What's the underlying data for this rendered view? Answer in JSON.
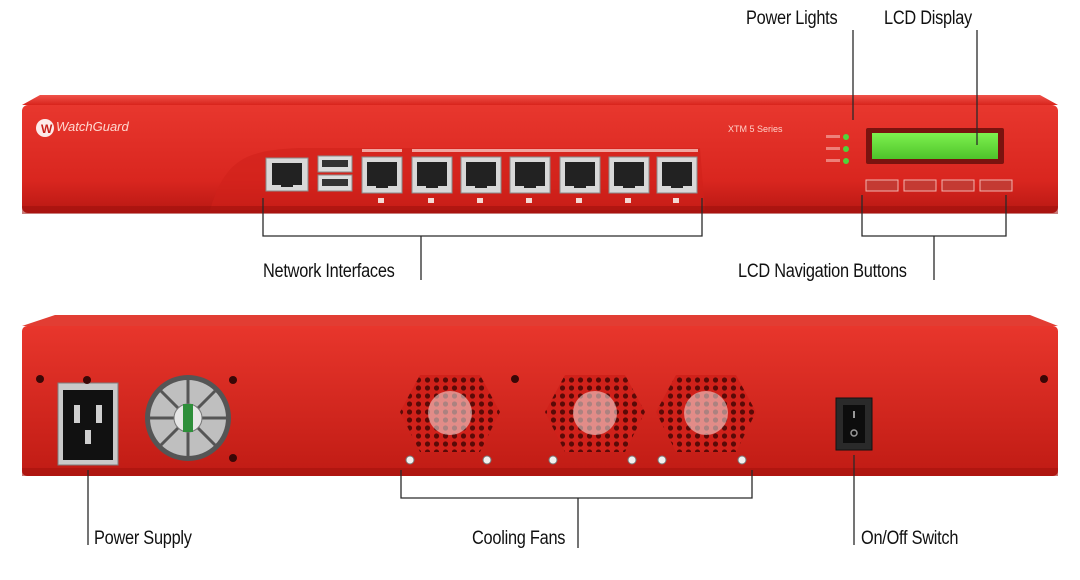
{
  "labels": {
    "power_lights": "Power Lights",
    "lcd_display": "LCD Display",
    "network_interfaces": "Network Interfaces",
    "lcd_navigation_buttons": "LCD Navigation Buttons",
    "power_supply": "Power Supply",
    "cooling_fans": "Cooling Fans",
    "on_off_switch": "On/Off Switch"
  },
  "device": {
    "brand": "WatchGuard",
    "series": "XTM 5 Series"
  },
  "colors": {
    "chassis": "#e02a22",
    "chassis_dark": "#b3140f",
    "lcd_green": "#5fe23a",
    "led_green": "#4fd43a"
  },
  "icons": [
    "rj45-port-icon",
    "usb-port-icon",
    "fan-grille-icon",
    "power-inlet-icon",
    "rocker-switch-icon"
  ]
}
